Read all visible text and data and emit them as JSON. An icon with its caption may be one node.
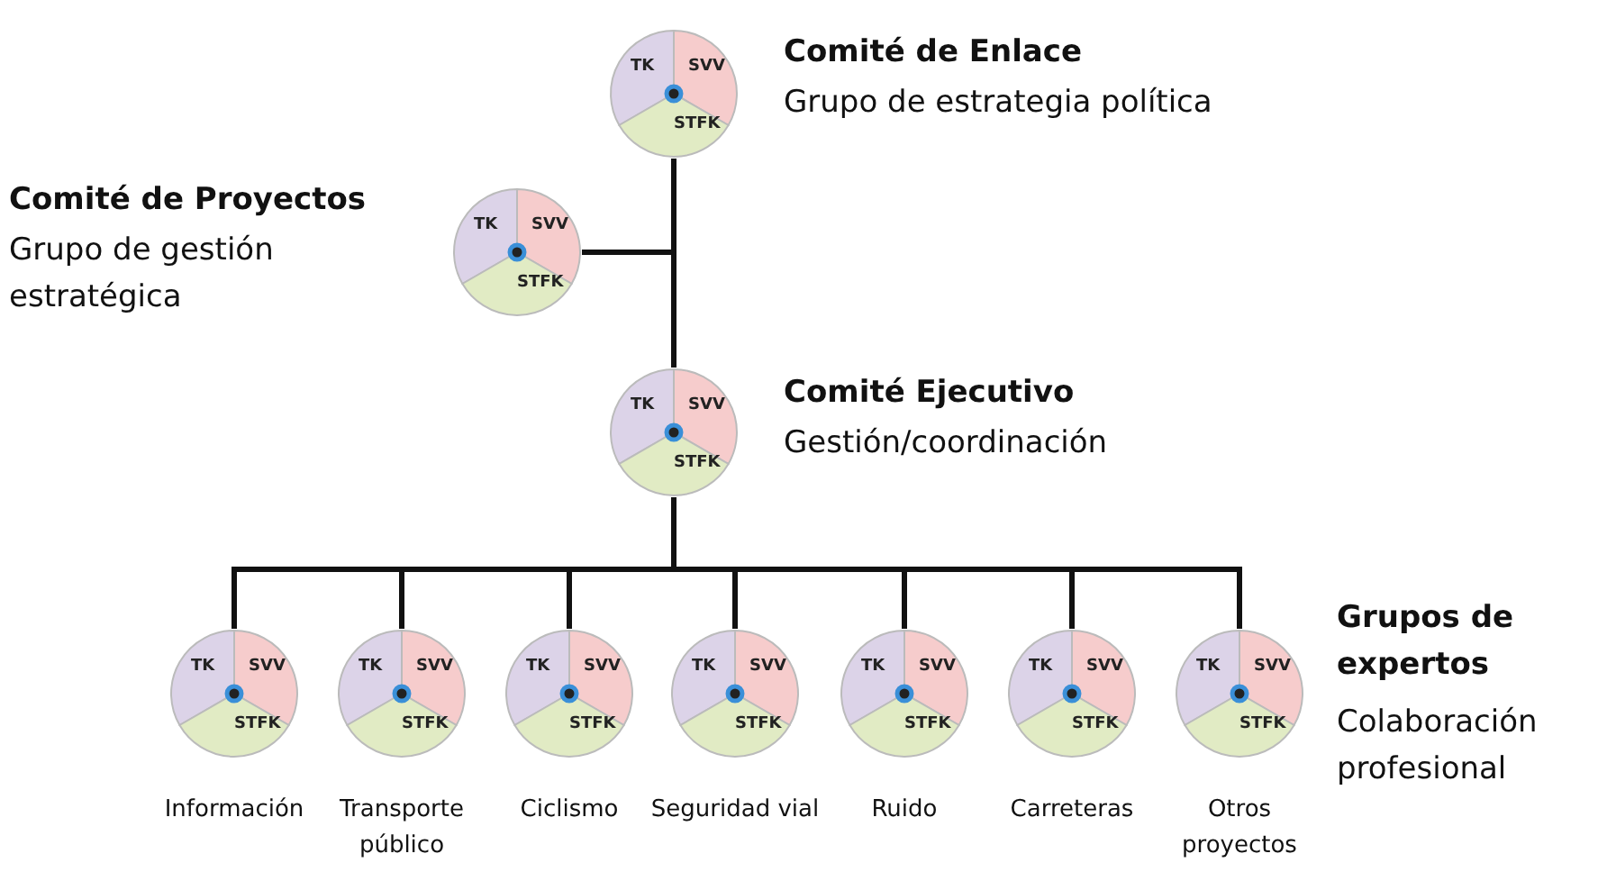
{
  "diagram": {
    "nodes": [
      {
        "text": [
          "TK",
          "SVV",
          "STFK"
        ],
        "beside": [
          "Comité de Enlace",
          "Grupo de estrategia política"
        ]
      },
      {
        "text": [
          "TK",
          "SVV",
          "STFK"
        ],
        "beside": [
          "Comité de Proyectos",
          "Grupo de gestión estratégica"
        ]
      },
      {
        "text": [
          "TK",
          "SVV",
          "STFK"
        ],
        "beside": [
          "Comité Ejecutivo",
          "Gestión/coordinación"
        ]
      },
      {
        "text": [
          "TK",
          "SVV",
          "STFK"
        ],
        "beside": [
          "Información"
        ]
      },
      {
        "text": [
          "TK",
          "SVV",
          "STFK"
        ],
        "beside": [
          "Transporte público"
        ]
      },
      {
        "text": [
          "TK",
          "SVV",
          "STFK"
        ],
        "beside": [
          "Ciclismo"
        ]
      },
      {
        "text": [
          "TK",
          "SVV",
          "STFK"
        ],
        "beside": [
          "Seguridad vial"
        ]
      },
      {
        "text": [
          "TK",
          "SVV",
          "STFK"
        ],
        "beside": [
          "Ruido"
        ]
      },
      {
        "text": [
          "TK",
          "SVV",
          "STFK"
        ],
        "beside": [
          "Carreteras"
        ]
      },
      {
        "text": [
          "TK",
          "SVV",
          "STFK"
        ],
        "beside": [
          "Otros proyectos"
        ]
      }
    ],
    "edges": [
      {
        "from": 0,
        "to": 2,
        "arrow": "none"
      },
      {
        "from": 1,
        "to": 0,
        "arrow": "none"
      },
      {
        "from": 1,
        "to": 2,
        "arrow": "none"
      },
      {
        "from": 2,
        "to": 3,
        "arrow": "none"
      },
      {
        "from": 2,
        "to": 4,
        "arrow": "none"
      },
      {
        "from": 2,
        "to": 5,
        "arrow": "none"
      },
      {
        "from": 2,
        "to": 6,
        "arrow": "none"
      },
      {
        "from": 2,
        "to": 7,
        "arrow": "none"
      },
      {
        "from": 2,
        "to": 8,
        "arrow": "none"
      },
      {
        "from": 2,
        "to": 9,
        "arrow": "none"
      }
    ],
    "labels": [
      "Grupos de expertos",
      "Colaboración profesional"
    ]
  }
}
